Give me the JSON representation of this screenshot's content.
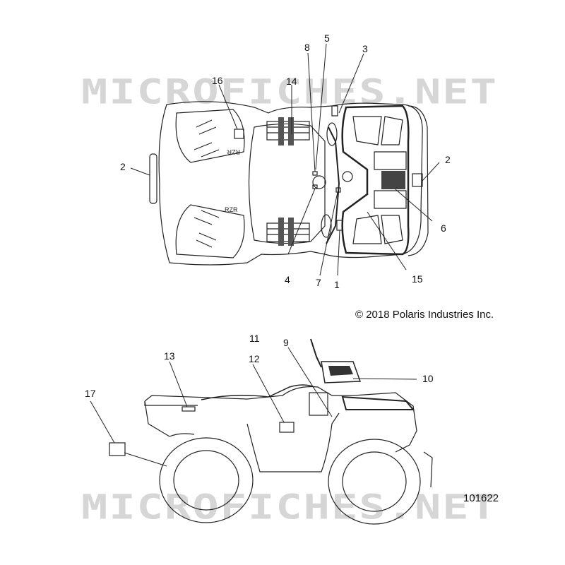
{
  "watermark": {
    "text": "MICROFICHES.NET"
  },
  "copyright": "© 2018 Polaris Industries Inc.",
  "diagram_number": "101622",
  "top_view": {
    "fender_text_rear_upper": "RZR",
    "fender_text_rear_lower": "RZR",
    "callouts": [
      "16",
      "14",
      "8",
      "5",
      "3",
      "2",
      "2",
      "6",
      "15",
      "1",
      "7",
      "4"
    ]
  },
  "side_view": {
    "callouts": [
      "11",
      "9",
      "13",
      "12",
      "10",
      "17"
    ]
  }
}
